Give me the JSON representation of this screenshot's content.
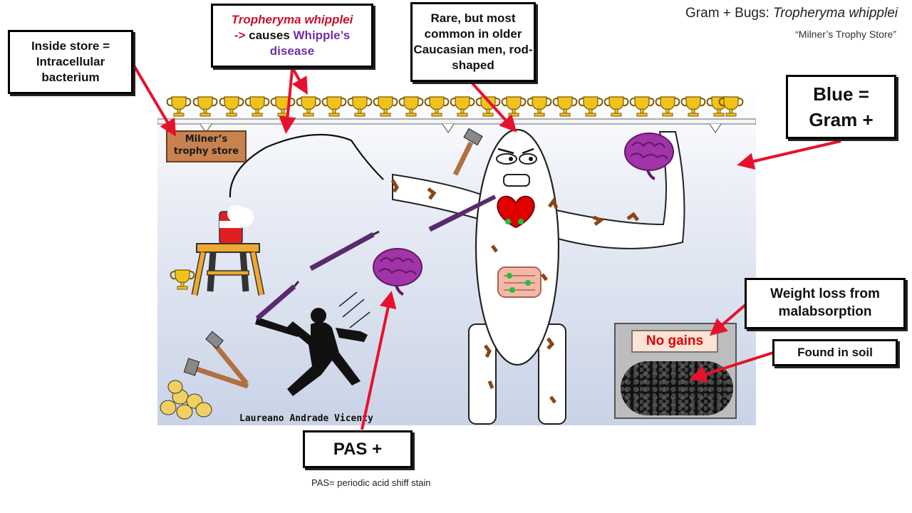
{
  "header": {
    "title_prefix": "Gram + Bugs: ",
    "title_organism": "Tropheryma whipplei",
    "subtitle": "“Milner’s Trophy Store”"
  },
  "callouts": {
    "inside_store": "Inside store = Intracellular bacterium",
    "organism_name": "Tropheryma whipplei",
    "organism_arrow": "->",
    "causes": " causes ",
    "disease": "Whipple’s disease",
    "rare": "Rare, but most common in older Caucasian men, rod-shaped",
    "blue": "Blue = Gram +",
    "weight_loss": "Weight loss from malabsorption",
    "soil": "Found in soil",
    "pas": "PAS +",
    "pas_note": "PAS= periodic acid shiff stain"
  },
  "scene": {
    "sign": "Milner’s trophy store",
    "no_gains": "No gains",
    "artist": "Laureano Andrade Vicenty"
  },
  "colors": {
    "arrow": "#e8112d",
    "title_red": "#c8102e",
    "disease_purple": "#7030a0",
    "trophy": "#f2c21b",
    "brain": "#a233a8",
    "heart": "#e00000"
  },
  "icons": [
    "trophy-icon",
    "brain-icon",
    "heart-icon",
    "intestine-icon",
    "hammer-icon",
    "pencil-icon",
    "baseball-pitcher-icon",
    "stool-icon",
    "potato-icon"
  ]
}
